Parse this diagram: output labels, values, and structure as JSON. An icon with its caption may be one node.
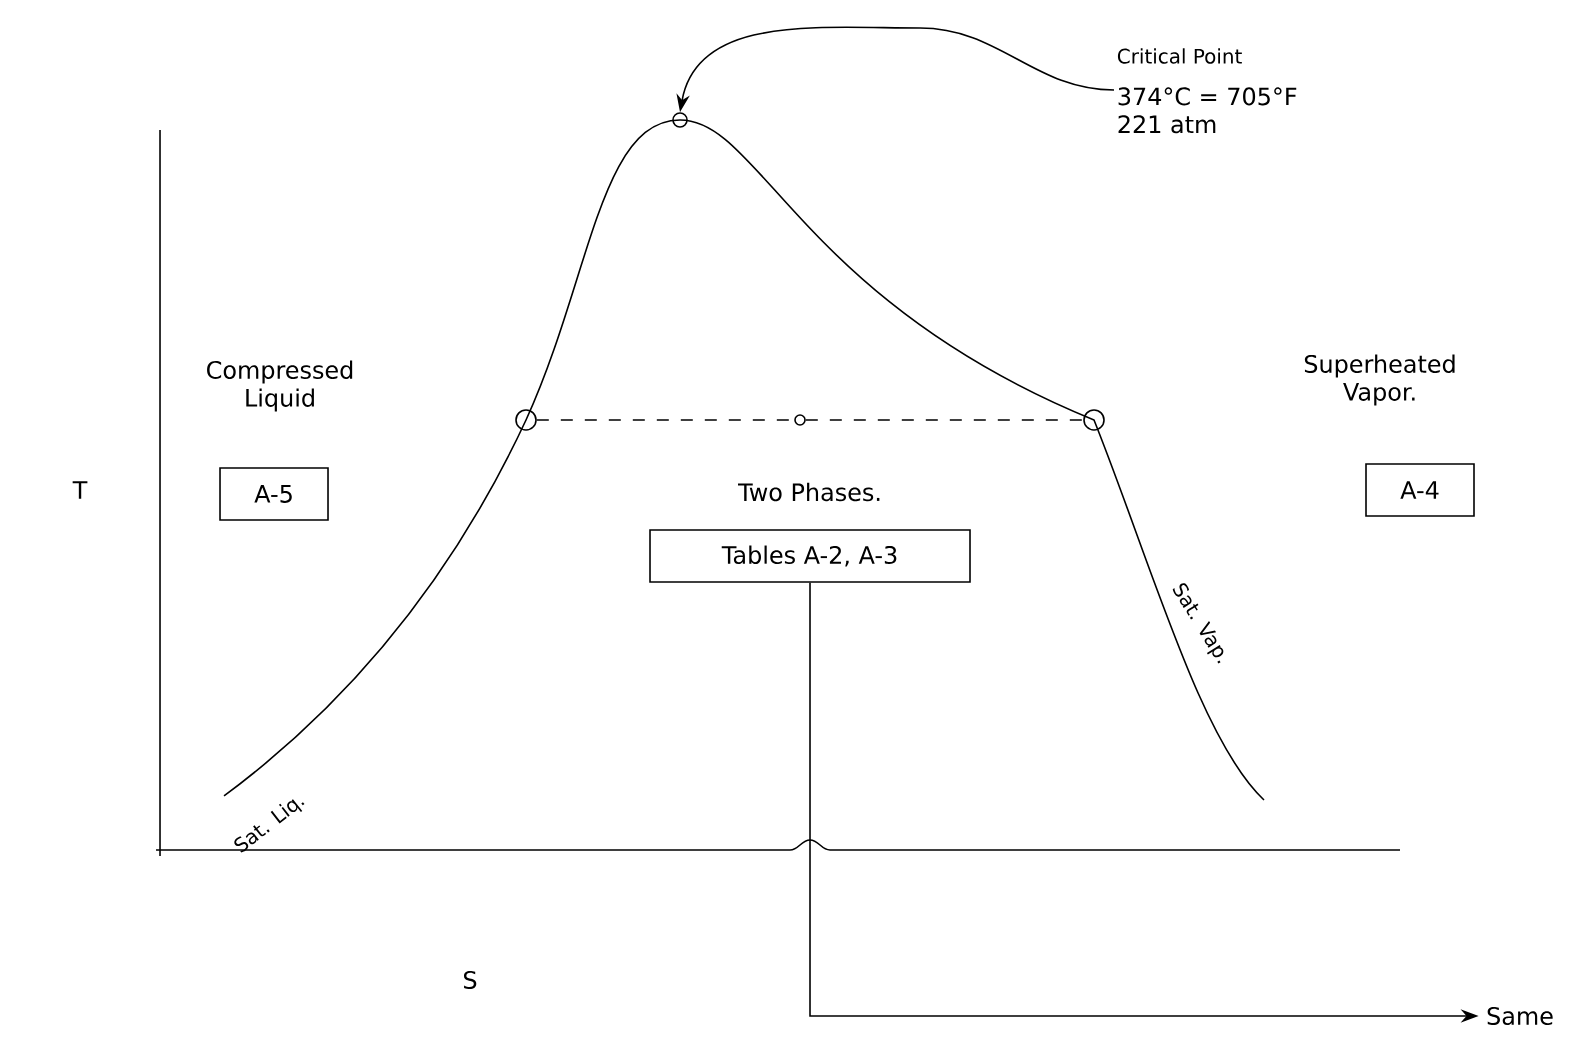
{
  "diagram": {
    "nodes": [
      {
        "text": [
          "Critical Point",
          "374°C = 705°F 221 atm"
        ]
      },
      {
        "text": [],
        "shape": "circle"
      },
      {
        "text": [],
        "shape": "circle"
      },
      {
        "text": [],
        "shape": "circle"
      },
      {
        "text": [],
        "shape": "circle"
      },
      {
        "text": [
          "A-5"
        ]
      },
      {
        "text": [
          "A-4"
        ]
      },
      {
        "text": [
          "Two Phases.",
          "Tables A-2, A-3"
        ]
      },
      {
        "text": [
          "Same"
        ]
      }
    ],
    "edges": [
      {
        "from": 0,
        "to": 1,
        "arrow": "to"
      },
      {
        "from": 2,
        "to": 3,
        "arrow": "none",
        "style": "dashed"
      },
      {
        "from": 3,
        "to": 4,
        "arrow": "none",
        "style": "dashed"
      },
      {
        "from": 7,
        "to": 8,
        "arrow": "to"
      }
    ],
    "labels": [
      "Compressed Liquid",
      "Superheated Vapor.",
      "T",
      "S",
      "Sat. Liq.",
      "Sat. Vap."
    ]
  }
}
